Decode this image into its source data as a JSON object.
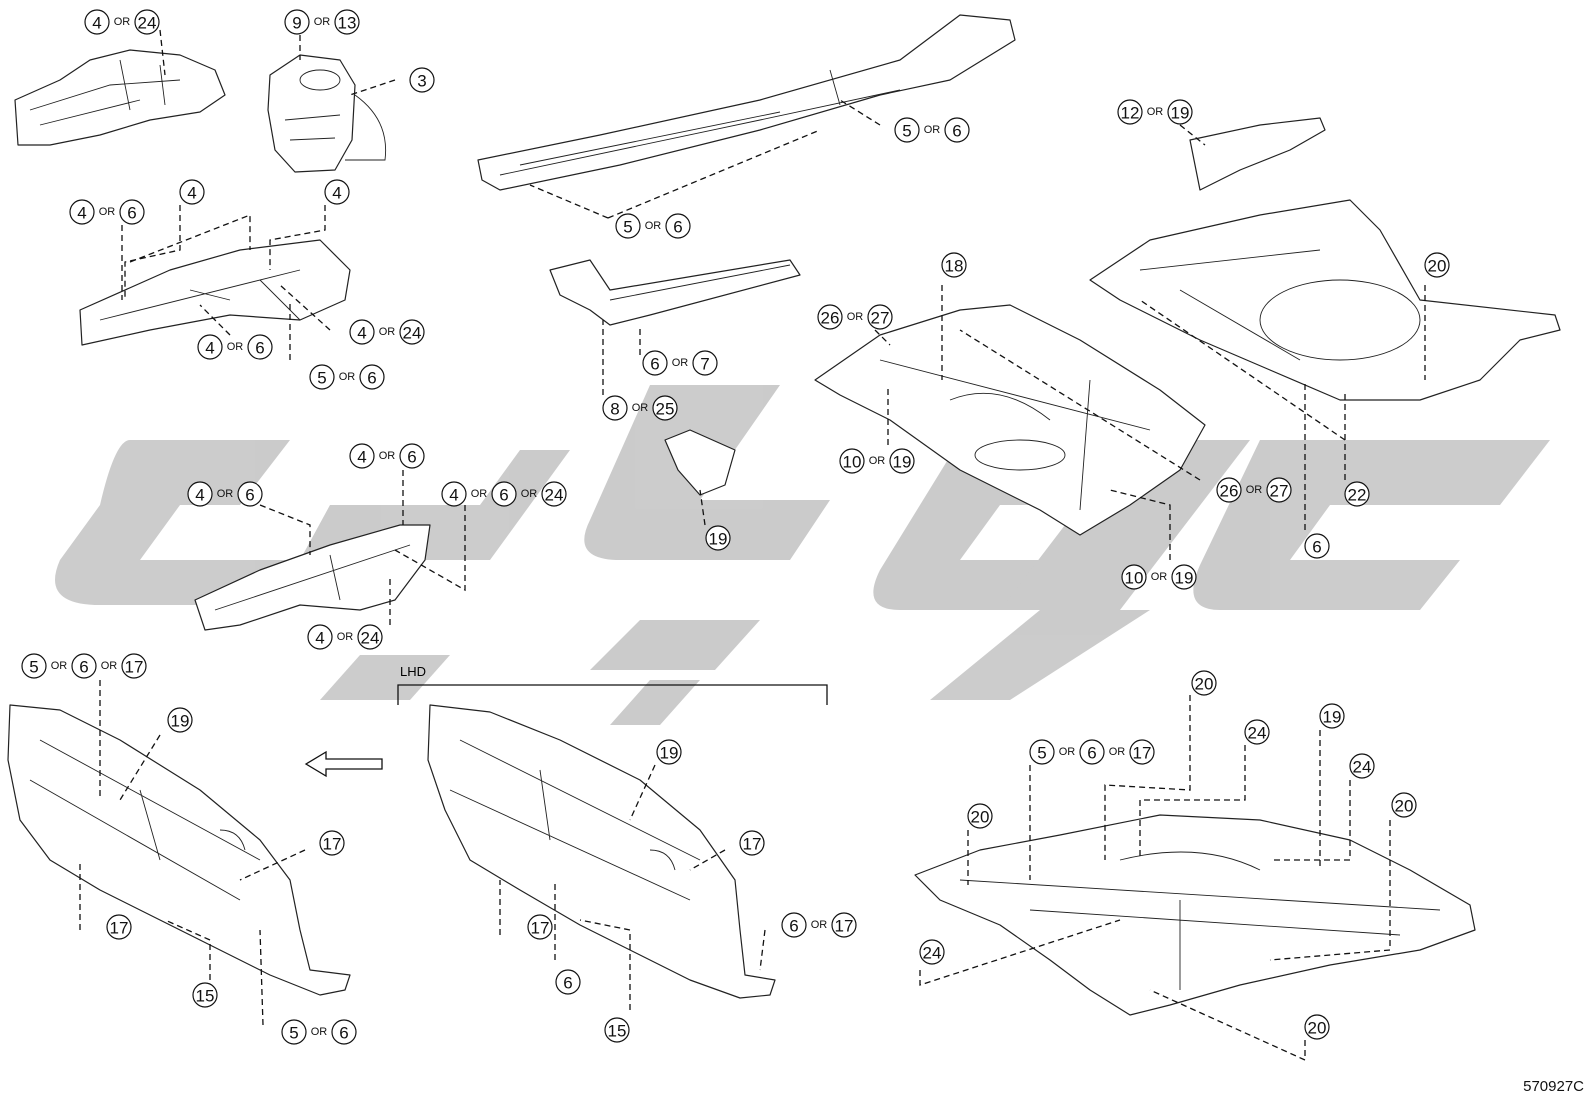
{
  "diagram_code": "570927C",
  "lhd_label": "LHD",
  "watermark": "sbc",
  "or_word": "OR",
  "callouts": [
    {
      "id": "c1",
      "parts": [
        "4",
        "24"
      ]
    },
    {
      "id": "c2",
      "parts": [
        "9",
        "13"
      ]
    },
    {
      "id": "c3",
      "parts": [
        "3"
      ]
    },
    {
      "id": "c4",
      "parts": [
        "4"
      ]
    },
    {
      "id": "c5",
      "parts": [
        "4",
        "6"
      ]
    },
    {
      "id": "c6",
      "parts": [
        "4"
      ]
    },
    {
      "id": "c7",
      "parts": [
        "4",
        "24"
      ]
    },
    {
      "id": "c8",
      "parts": [
        "4",
        "6"
      ]
    },
    {
      "id": "c9",
      "parts": [
        "5",
        "6"
      ]
    },
    {
      "id": "c10",
      "parts": [
        "5",
        "6"
      ]
    },
    {
      "id": "c11",
      "parts": [
        "5",
        "6"
      ]
    },
    {
      "id": "c12",
      "parts": [
        "6",
        "7"
      ]
    },
    {
      "id": "c13",
      "parts": [
        "8",
        "25"
      ]
    },
    {
      "id": "c14",
      "parts": [
        "19"
      ]
    },
    {
      "id": "c15",
      "parts": [
        "12",
        "19"
      ]
    },
    {
      "id": "c16",
      "parts": [
        "20"
      ]
    },
    {
      "id": "c17",
      "parts": [
        "18"
      ]
    },
    {
      "id": "c18",
      "parts": [
        "26",
        "27"
      ]
    },
    {
      "id": "c19",
      "parts": [
        "10",
        "19"
      ]
    },
    {
      "id": "c20",
      "parts": [
        "26",
        "27"
      ]
    },
    {
      "id": "c21",
      "parts": [
        "22"
      ]
    },
    {
      "id": "c22",
      "parts": [
        "6"
      ]
    },
    {
      "id": "c23",
      "parts": [
        "10",
        "19"
      ]
    },
    {
      "id": "c24",
      "parts": [
        "4",
        "6"
      ]
    },
    {
      "id": "c25",
      "parts": [
        "4",
        "6"
      ]
    },
    {
      "id": "c26",
      "parts": [
        "4",
        "6",
        "24"
      ]
    },
    {
      "id": "c27",
      "parts": [
        "4",
        "24"
      ]
    },
    {
      "id": "c28",
      "parts": [
        "5",
        "6",
        "17"
      ]
    },
    {
      "id": "c29",
      "parts": [
        "19"
      ]
    },
    {
      "id": "c30",
      "parts": [
        "17"
      ]
    },
    {
      "id": "c31",
      "parts": [
        "17"
      ]
    },
    {
      "id": "c32",
      "parts": [
        "15"
      ]
    },
    {
      "id": "c33",
      "parts": [
        "5",
        "6"
      ]
    },
    {
      "id": "c34",
      "parts": [
        "19"
      ]
    },
    {
      "id": "c35",
      "parts": [
        "17"
      ]
    },
    {
      "id": "c36",
      "parts": [
        "17"
      ]
    },
    {
      "id": "c37",
      "parts": [
        "6"
      ]
    },
    {
      "id": "c38",
      "parts": [
        "15"
      ]
    },
    {
      "id": "c39",
      "parts": [
        "6",
        "17"
      ]
    },
    {
      "id": "c40",
      "parts": [
        "20"
      ]
    },
    {
      "id": "c41",
      "parts": [
        "5",
        "6",
        "17"
      ]
    },
    {
      "id": "c42",
      "parts": [
        "24"
      ]
    },
    {
      "id": "c43",
      "parts": [
        "19"
      ]
    },
    {
      "id": "c44",
      "parts": [
        "24"
      ]
    },
    {
      "id": "c45",
      "parts": [
        "20"
      ]
    },
    {
      "id": "c46",
      "parts": [
        "20"
      ]
    },
    {
      "id": "c47",
      "parts": [
        "24"
      ]
    },
    {
      "id": "c48",
      "parts": [
        "20"
      ]
    }
  ]
}
